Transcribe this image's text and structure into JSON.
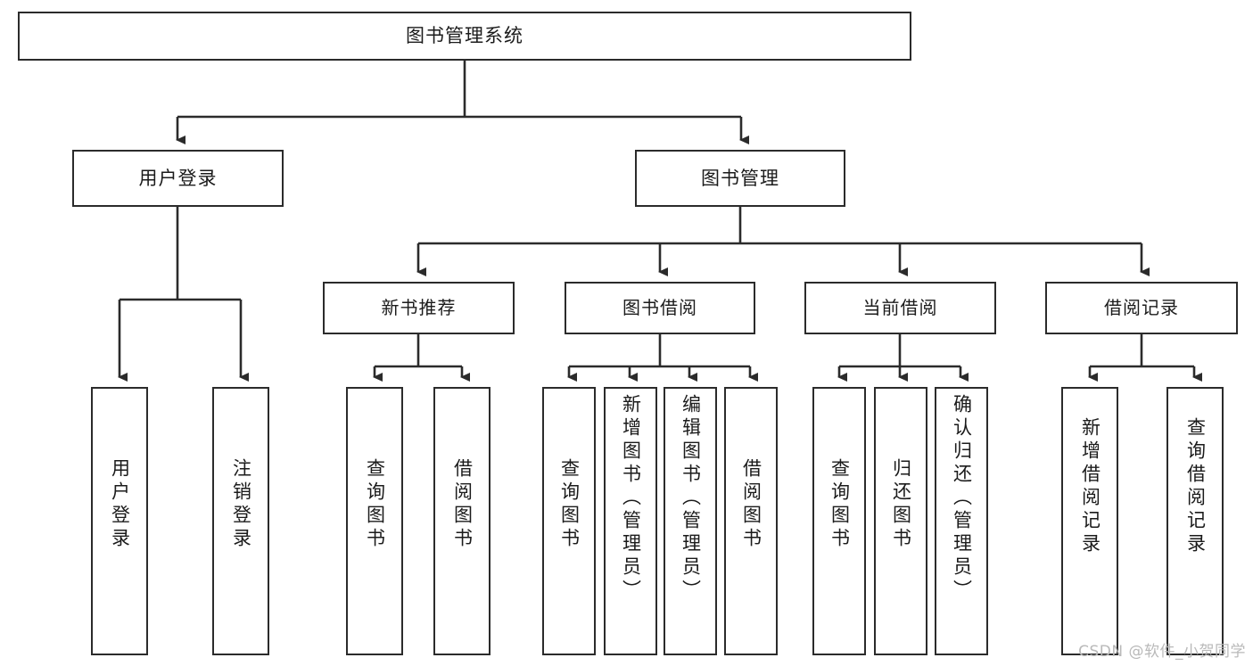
{
  "diagram": {
    "title": "图书管理系统",
    "watermark": "CSDN @软件_小贺同学",
    "line_color": "#2b2b2b",
    "box_fill": "#ffffff",
    "text_color": "#1b1b1b",
    "watermark_color": "#b9b9b9"
  },
  "root": {
    "label": "图书管理系统"
  },
  "level2": [
    {
      "label": "用户登录"
    },
    {
      "label": "图书管理"
    }
  ],
  "level3": [
    {
      "label": "新书推荐"
    },
    {
      "label": "图书借阅"
    },
    {
      "label": "当前借阅"
    },
    {
      "label": "借阅记录"
    }
  ],
  "leaves": {
    "user_login": [
      {
        "label": "用户登录"
      },
      {
        "label": "注销登录"
      }
    ],
    "new_book_recommend": [
      {
        "label": "查询图书"
      },
      {
        "label": "借阅图书"
      }
    ],
    "book_borrow": [
      {
        "label": "查询图书"
      },
      {
        "label": "新增图书（管理员）"
      },
      {
        "label": "编辑图书（管理员）"
      },
      {
        "label": "借阅图书"
      }
    ],
    "current_borrow": [
      {
        "label": "查询图书"
      },
      {
        "label": "归还图书"
      },
      {
        "label": "确认归还（管理员）"
      }
    ],
    "borrow_record": [
      {
        "label": "新增借阅记录"
      },
      {
        "label": "查询借阅记录"
      }
    ]
  }
}
